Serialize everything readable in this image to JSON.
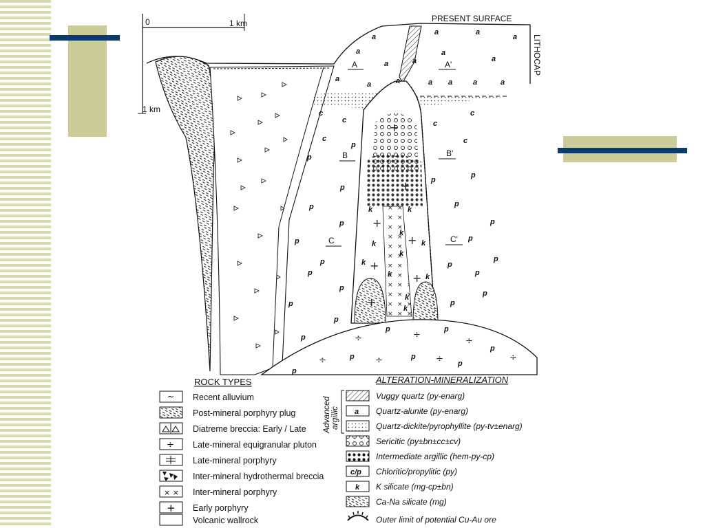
{
  "scale": {
    "zero": "0",
    "horizontal": "1 km",
    "vertical": "1 km"
  },
  "surface_label": "PRESENT SURFACE",
  "lithocap_label": "LITHOCAP",
  "section_labels": [
    "A",
    "A'",
    "B",
    "B'",
    "C",
    "C'"
  ],
  "zone_letters": {
    "a": "a",
    "c": "c",
    "p": "p",
    "k": "k"
  },
  "rock_types": {
    "title": "ROCK TYPES",
    "items": [
      {
        "symbol": "alluvium",
        "label": "Recent alluvium"
      },
      {
        "symbol": "post-plug",
        "label": "Post-mineral porphyry plug"
      },
      {
        "symbol": "diatreme",
        "label": "Diatreme breccia: Early / Late"
      },
      {
        "symbol": "pluton",
        "label": "Late-mineral equigranular pluton"
      },
      {
        "symbol": "late-porphyry",
        "label": "Late-mineral porphyry"
      },
      {
        "symbol": "hydro-breccia",
        "label": "Inter-mineral hydrothermal breccia"
      },
      {
        "symbol": "inter-porphyry",
        "label": "Inter-mineral porphyry"
      },
      {
        "symbol": "early-porphyry",
        "label": "Early porphyry"
      },
      {
        "symbol": "wallrock",
        "label": "Volcanic wallrock"
      }
    ]
  },
  "alteration": {
    "title": "ALTERATION-MINERALIZATION",
    "group_label_1": "Advanced",
    "group_label_2": "argillic",
    "items": [
      {
        "symbol": "vuggy",
        "label": "Vuggy quartz (py-enarg)"
      },
      {
        "symbol": "a",
        "label": "Quartz-alunite (py-enarg)"
      },
      {
        "symbol": "dickite",
        "label": "Quartz-dickite/pyrophyllite (py-tv±enarg)"
      },
      {
        "symbol": "sericitic",
        "label": "Sericitic (py±bn±cc±cv)"
      },
      {
        "symbol": "intermediate",
        "label": "Intermediate argillic (hem-py-cp)"
      },
      {
        "symbol": "c/p",
        "label": "Chloritic/propylitic (py)"
      },
      {
        "symbol": "k",
        "label": "K silicate (mg-cp±bn)"
      },
      {
        "symbol": "cana",
        "label": "Ca-Na silicate (mg)"
      },
      {
        "symbol": "outer",
        "label": "Outer limit of potential Cu-Au ore"
      }
    ]
  }
}
